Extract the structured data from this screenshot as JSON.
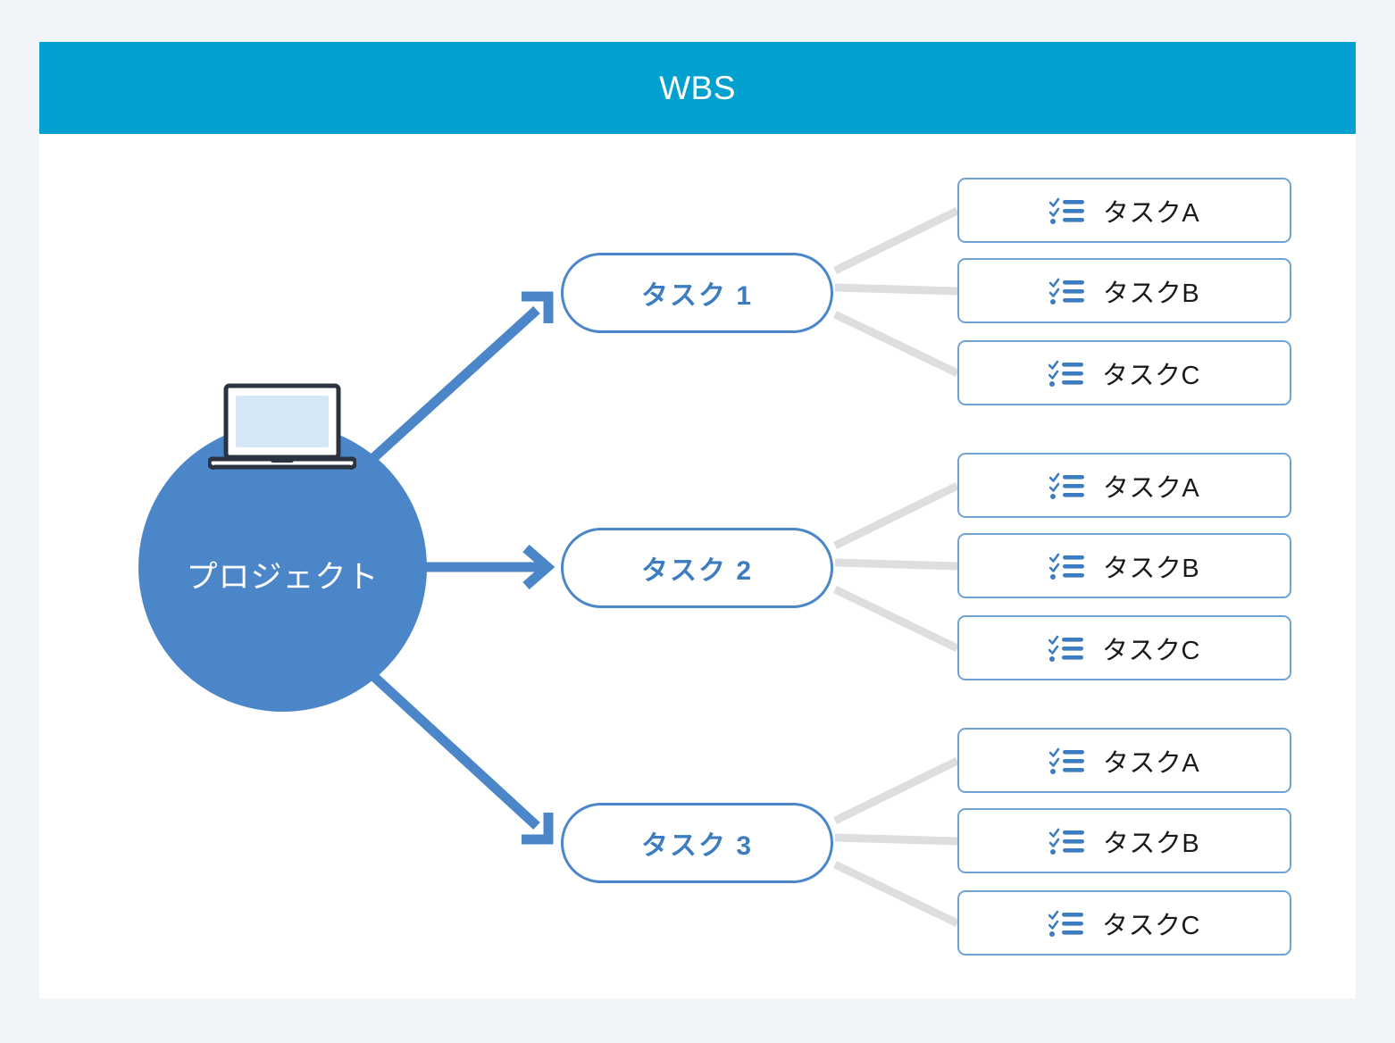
{
  "page": {
    "background_color": "#f1f4f8"
  },
  "card": {
    "background_color": "#ffffff",
    "header": {
      "title": "WBS",
      "background_color": "#02a0ce",
      "text_color": "#ffffff"
    }
  },
  "diagram": {
    "type": "work-breakdown-structure",
    "accent_color": "#4a86c8",
    "connector_color": "#dcdee0",
    "root": {
      "label": "プロジェクト",
      "icon": "laptop-icon",
      "shape": "circle",
      "fill": "#4a86c8",
      "text_color": "#ffffff"
    },
    "branches": [
      {
        "label": "タスク 1",
        "shape": "pill",
        "border_color": "#4a86c8",
        "text_color": "#3c7cc0",
        "children": [
          {
            "label": "タスクA",
            "icon": "checklist-icon"
          },
          {
            "label": "タスクB",
            "icon": "checklist-icon"
          },
          {
            "label": "タスクC",
            "icon": "checklist-icon"
          }
        ]
      },
      {
        "label": "タスク 2",
        "shape": "pill",
        "border_color": "#4a86c8",
        "text_color": "#3c7cc0",
        "children": [
          {
            "label": "タスクA",
            "icon": "checklist-icon"
          },
          {
            "label": "タスクB",
            "icon": "checklist-icon"
          },
          {
            "label": "タスクC",
            "icon": "checklist-icon"
          }
        ]
      },
      {
        "label": "タスク 3",
        "shape": "pill",
        "border_color": "#4a86c8",
        "text_color": "#3c7cc0",
        "children": [
          {
            "label": "タスクA",
            "icon": "checklist-icon"
          },
          {
            "label": "タスクB",
            "icon": "checklist-icon"
          },
          {
            "label": "タスクC",
            "icon": "checklist-icon"
          }
        ]
      }
    ],
    "arrows": [
      {
        "from": "root",
        "to": "タスク 1",
        "style": "solid-arrow",
        "color": "#4a86c8"
      },
      {
        "from": "root",
        "to": "タスク 2",
        "style": "solid-arrow",
        "color": "#4a86c8"
      },
      {
        "from": "root",
        "to": "タスク 3",
        "style": "solid-arrow",
        "color": "#4a86c8"
      }
    ]
  }
}
